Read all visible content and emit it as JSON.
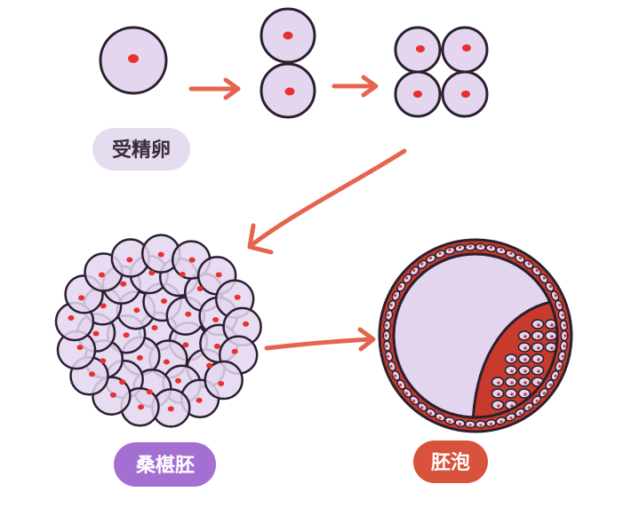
{
  "labels": {
    "zygote": "受精卵",
    "morula": "桑椹胚",
    "blastocyst": "胚泡"
  },
  "colors": {
    "cell_fill": "#e3d6ee",
    "cell_stroke": "#2a2030",
    "nucleus": "#e8302e",
    "arrow": "#e56450",
    "badge_zygote": "#e6dcef",
    "badge_morula": "#a46fd3",
    "badge_blastocyst": "#d8523c",
    "trophoblast": "#c83a2c"
  }
}
